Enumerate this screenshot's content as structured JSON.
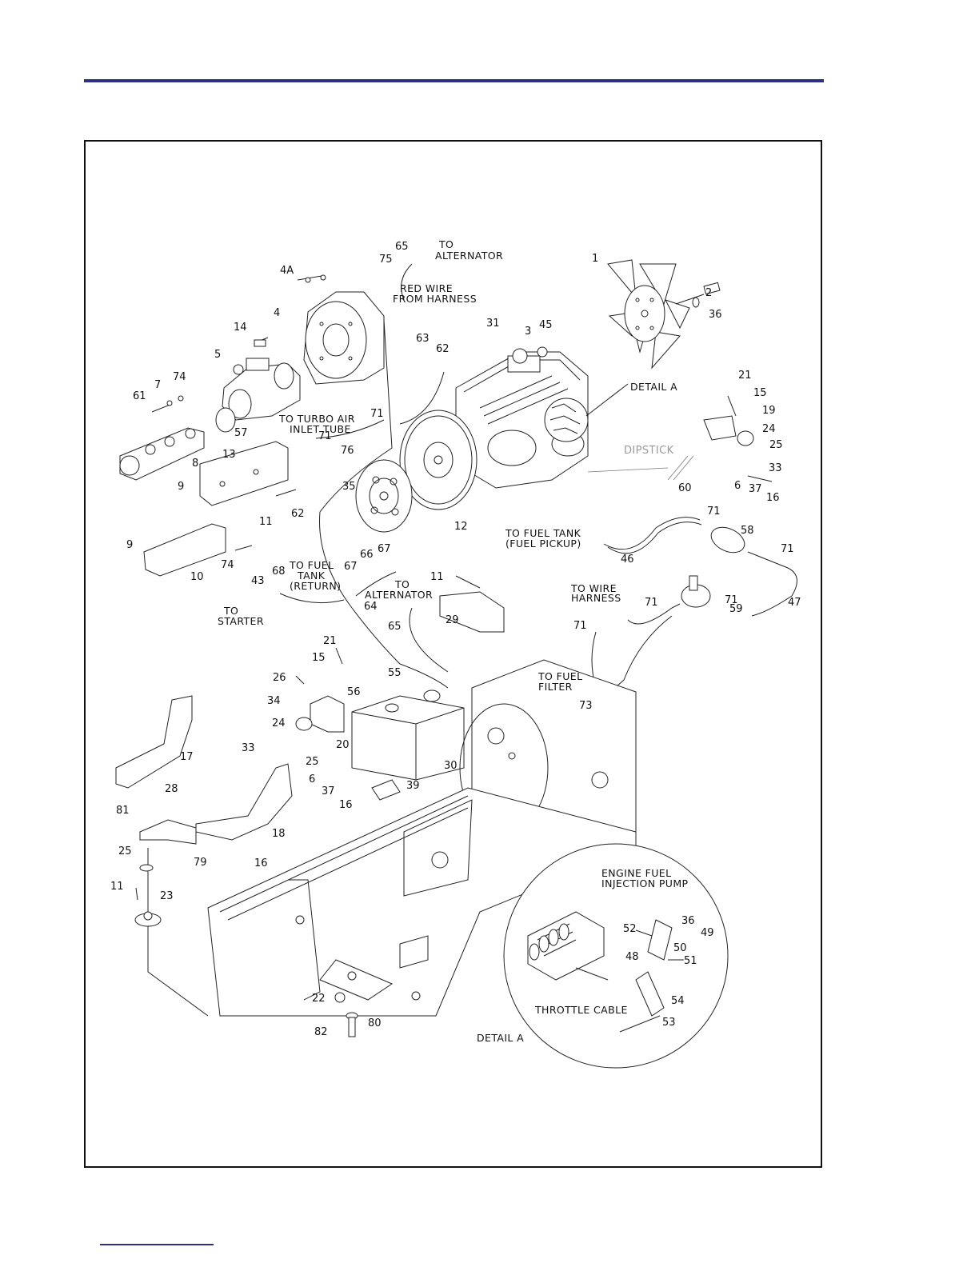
{
  "page": {
    "accent_color": "#2b2f86",
    "frame_color": "#111111"
  },
  "callouts": {
    "n1": "1",
    "n2": "2",
    "n3": "3",
    "n4": "4",
    "n4a": "4A",
    "n5": "5",
    "n6a": "6",
    "n6b": "6",
    "n7": "7",
    "n8": "8",
    "n9a": "9",
    "n9b": "9",
    "n10": "10",
    "n11a": "11",
    "n11b": "11",
    "n11c": "11",
    "n12": "12",
    "n13": "13",
    "n14": "14",
    "n15a": "15",
    "n15b": "15",
    "n16a": "16",
    "n16b": "16",
    "n16c": "16",
    "n17": "17",
    "n18": "18",
    "n19": "19",
    "n20": "20",
    "n21a": "21",
    "n21b": "21",
    "n22": "22",
    "n23": "23",
    "n24a": "24",
    "n24b": "24",
    "n25a": "25",
    "n25b": "25",
    "n25c": "25",
    "n26": "26",
    "n28": "28",
    "n29": "29",
    "n30": "30",
    "n31": "31",
    "n33a": "33",
    "n33b": "33",
    "n34": "34",
    "n35": "35",
    "n36a": "36",
    "n36b": "36",
    "n37a": "37",
    "n37b": "37",
    "n39": "39",
    "n43": "43",
    "n45": "45",
    "n46": "46",
    "n47": "47",
    "n48": "48",
    "n49": "49",
    "n50": "50",
    "n51": "51",
    "n52": "52",
    "n53": "53",
    "n54": "54",
    "n55": "55",
    "n56": "56",
    "n57": "57",
    "n58": "58",
    "n59": "59",
    "n60": "60",
    "n61": "61",
    "n62a": "62",
    "n62b": "62",
    "n63": "63",
    "n64": "64",
    "n65a": "65",
    "n65b": "65",
    "n66": "66",
    "n67a": "67",
    "n67b": "67",
    "n68": "68",
    "n71a": "71",
    "n71b": "71",
    "n71c": "71",
    "n71d": "71",
    "n71e": "71",
    "n71f": "71",
    "n71g": "71",
    "n73": "73",
    "n74a": "74",
    "n74b": "74",
    "n75": "75",
    "n76": "76",
    "n79": "79",
    "n80": "80",
    "n81": "81",
    "n82": "82"
  },
  "annotations": {
    "to_alternator_1a": "TO",
    "to_alternator_1b": "ALTERNATOR",
    "red_wire_a": "RED WIRE",
    "red_wire_b": "FROM HARNESS",
    "detail_a_pointer": "DETAIL A",
    "dipstick": "DIPSTICK",
    "turbo_a": "TO TURBO AIR",
    "turbo_b": "INLET TUBE",
    "fuel_tank_pickup_a": "TO FUEL TANK",
    "fuel_tank_pickup_b": "(FUEL PICKUP)",
    "fuel_tank_return_a": "TO FUEL",
    "fuel_tank_return_b": "TANK",
    "fuel_tank_return_c": "(RETURN)",
    "to_alternator_2a": "TO",
    "to_alternator_2b": "ALTERNATOR",
    "to_starter_a": "TO",
    "to_starter_b": "STARTER",
    "wire_harness_a": "TO WIRE",
    "wire_harness_b": "HARNESS",
    "fuel_filter_a": "TO FUEL",
    "fuel_filter_b": "FILTER",
    "injection_pump_a": "ENGINE FUEL",
    "injection_pump_b": "INJECTION PUMP",
    "throttle_cable": "THROTTLE CABLE",
    "detail_a_caption": "DETAIL A"
  }
}
